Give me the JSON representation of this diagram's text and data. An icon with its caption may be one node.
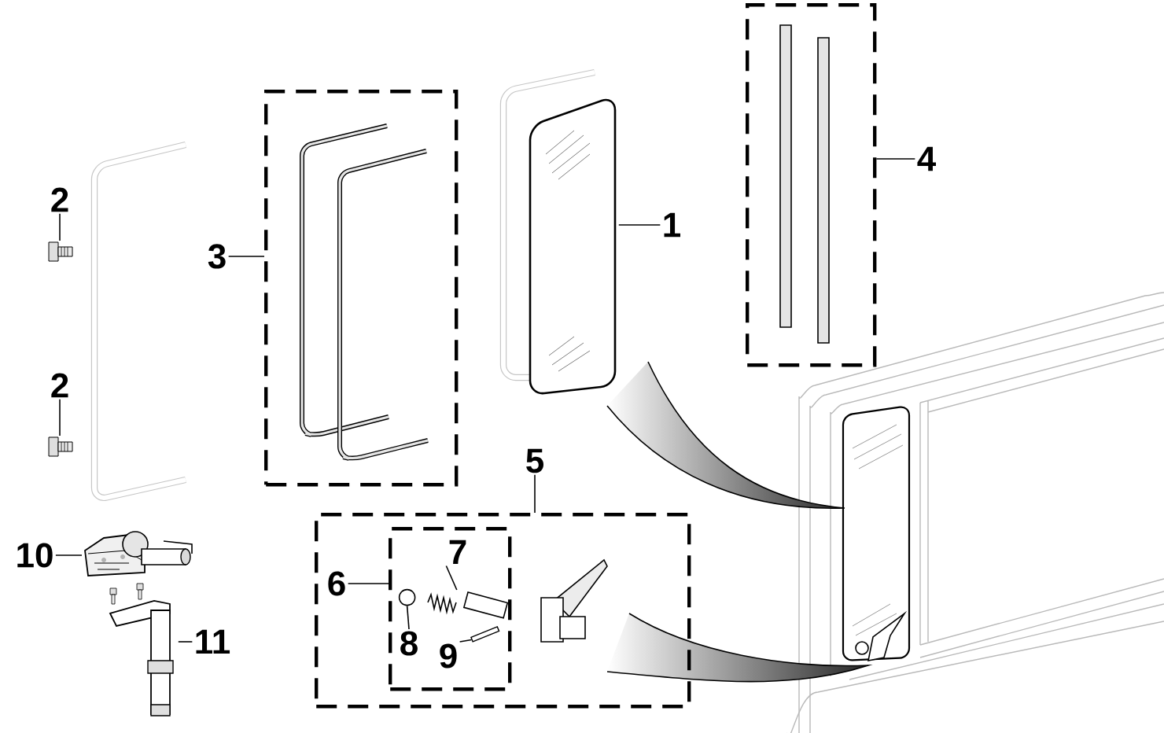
{
  "diagram": {
    "nodes": [
      {
        "text": [
          "1"
        ]
      },
      {
        "text": [],
        "shape": "picture"
      },
      {
        "text": [
          "2"
        ]
      },
      {
        "text": [],
        "shape": "picture"
      },
      {
        "text": [
          "2"
        ]
      },
      {
        "text": [],
        "shape": "picture"
      },
      {
        "text": [
          "3"
        ]
      },
      {
        "text": [],
        "shape": "box"
      },
      {
        "text": [
          "4"
        ]
      },
      {
        "text": [],
        "shape": "box"
      },
      {
        "text": [
          "5"
        ]
      },
      {
        "text": [],
        "shape": "box"
      },
      {
        "text": [
          "6"
        ],
        "in": 11
      },
      {
        "text": [],
        "shape": "box",
        "in": 11
      },
      {
        "text": [
          "7"
        ],
        "in": 13
      },
      {
        "text": [],
        "shape": "picture",
        "in": 13
      },
      {
        "text": [
          "8"
        ],
        "in": 13
      },
      {
        "text": [],
        "shape": "circle",
        "in": 13
      },
      {
        "text": [
          "9"
        ],
        "in": 13
      },
      {
        "text": [],
        "shape": "bar",
        "in": 13
      },
      {
        "text": [
          "10"
        ]
      },
      {
        "text": [],
        "shape": "picture"
      },
      {
        "text": [
          "11"
        ]
      },
      {
        "text": [],
        "shape": "picture"
      }
    ],
    "edges": [
      {
        "from": 0,
        "to": 1,
        "arrow": "none"
      },
      {
        "from": 2,
        "to": 3,
        "arrow": "none"
      },
      {
        "from": 4,
        "to": 5,
        "arrow": "none"
      },
      {
        "from": 6,
        "to": 7,
        "arrow": "none"
      },
      {
        "from": 8,
        "to": 9,
        "arrow": "none"
      },
      {
        "from": 10,
        "to": 11,
        "arrow": "none"
      },
      {
        "from": 12,
        "to": 13,
        "arrow": "none"
      },
      {
        "from": 14,
        "to": 15,
        "arrow": "none"
      },
      {
        "from": 16,
        "to": 17,
        "arrow": "none"
      },
      {
        "from": 18,
        "to": 19,
        "arrow": "none"
      },
      {
        "from": 20,
        "to": 21,
        "arrow": "none"
      },
      {
        "from": 22,
        "to": 23,
        "arrow": "none"
      }
    ]
  }
}
